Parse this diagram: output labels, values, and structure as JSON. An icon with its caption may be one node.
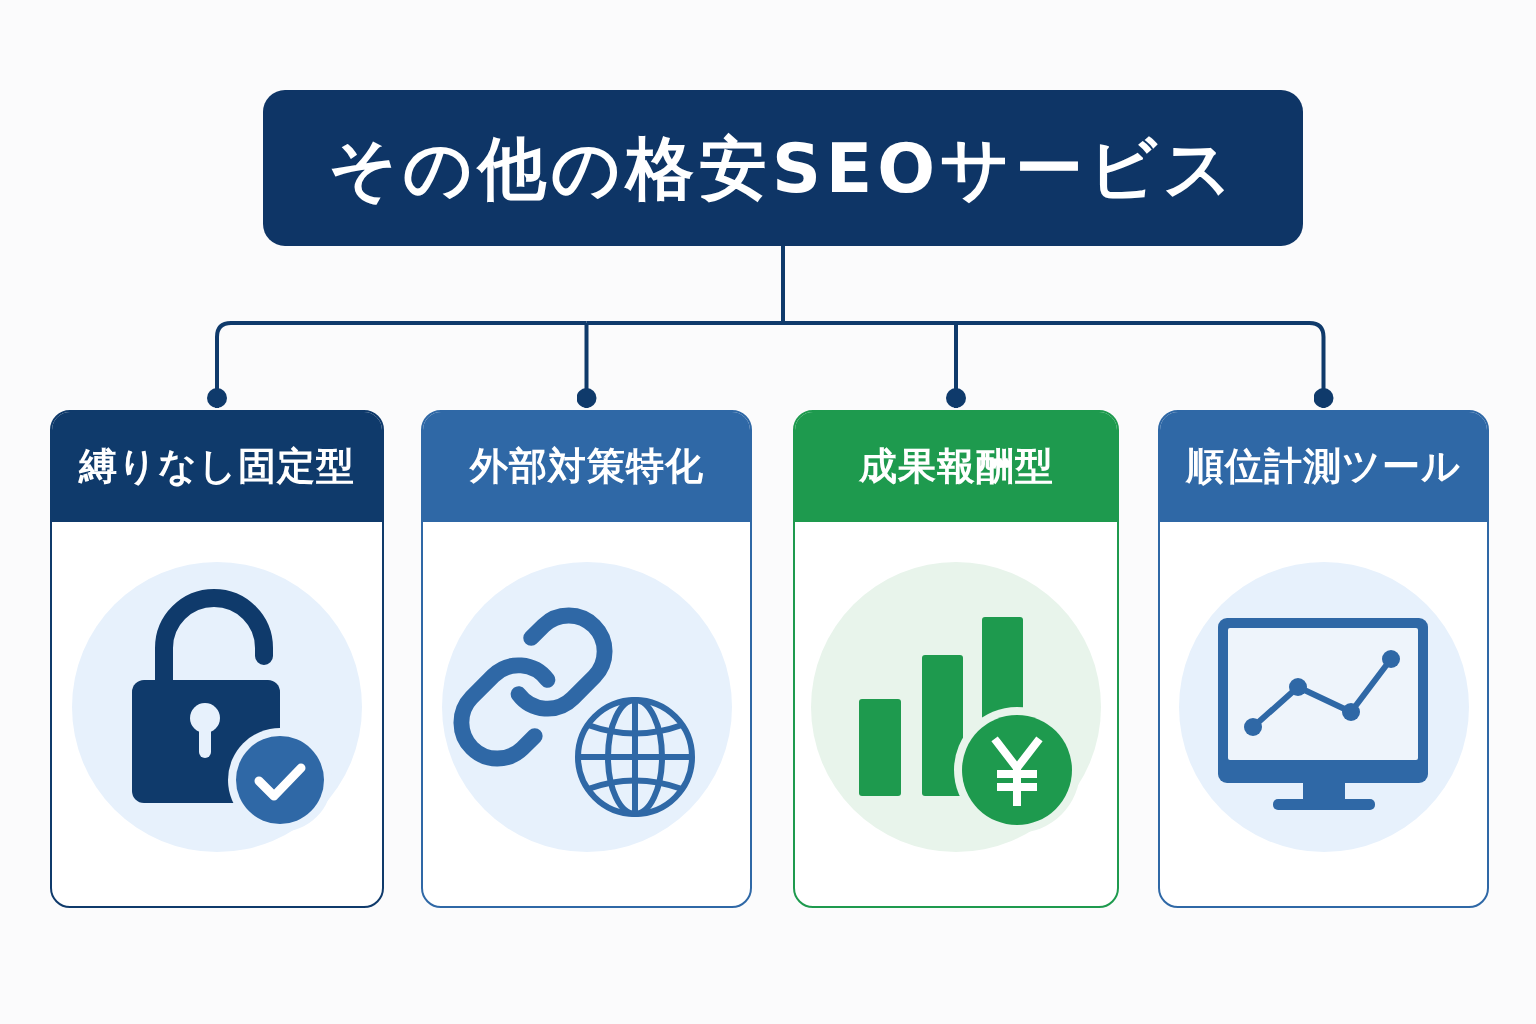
{
  "diagram": {
    "nodes": [
      {
        "text": [
          "その他の格安SEOサービス"
        ]
      },
      {
        "text": [
          "縛りなし固定型"
        ]
      },
      {
        "text": [
          "外部対策特化"
        ]
      },
      {
        "text": [
          "成果報酬型"
        ]
      },
      {
        "text": [
          "順位計測ツール"
        ]
      }
    ],
    "edges": [
      {
        "from": 0,
        "to": 1,
        "arrow": "other"
      },
      {
        "from": 0,
        "to": 2,
        "arrow": "other"
      },
      {
        "from": 0,
        "to": 3,
        "arrow": "other"
      },
      {
        "from": 0,
        "to": 4,
        "arrow": "other"
      }
    ]
  }
}
